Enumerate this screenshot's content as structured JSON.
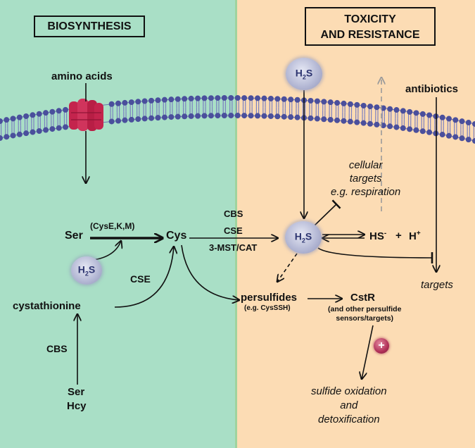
{
  "panels": {
    "left_title": "BIOSYNTHESIS",
    "right_title_line1": "TOXICITY",
    "right_title_line2": "AND RESISTANCE"
  },
  "labels": {
    "amino_acids": "amino acids",
    "antibiotics": "antibiotics",
    "ser": "Ser",
    "enzymes_cyse": "(CysE,K,M)",
    "cys": "Cys",
    "cbs_top": "CBS",
    "cse_top": "CSE",
    "mst_cat": "3-MST/CAT",
    "cse_left": "CSE",
    "cystathionine": "cystathionine",
    "cbs_bottom": "CBS",
    "ser_bottom": "Ser",
    "hcy": "Hcy",
    "cellular_targets_1": "cellular",
    "cellular_targets_2": "targets",
    "cellular_targets_3": "e.g. respiration",
    "hs_minus": "HS",
    "hs_minus_sup": "-",
    "plus": "+",
    "h_plus": "H",
    "h_plus_sup": "+",
    "targets": "targets",
    "persulfides": "persulfides",
    "persulfides_eg": "(e.g. CysSSH)",
    "cstr": "CstR",
    "cstr_note_1": "(and other persulfide",
    "cstr_note_2": "sensors/targets)",
    "oxidation_1": "sulfide oxidation",
    "oxidation_2": "and",
    "oxidation_3": "detoxification",
    "ion_plus": "+"
  },
  "molecules": {
    "h2s_label": "H",
    "h2s_sub": "2",
    "h2s_tail": "S"
  },
  "colors": {
    "left_panel": "#a9dfc6",
    "right_panel": "#fcdcb4",
    "membrane_head": "#4a4f9c",
    "channel": "#c4244d",
    "arrow": "#111111",
    "dashed_gray": "#9a9a9a"
  }
}
